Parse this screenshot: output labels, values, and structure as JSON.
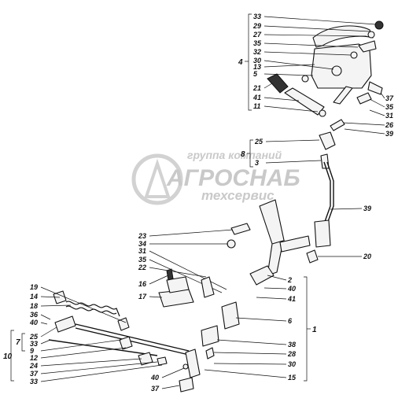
{
  "watermark": {
    "line1": "группа компаний",
    "line2": "АГРОСНАБ",
    "line3": "техсервис"
  },
  "callouts_right_top": [
    "33",
    "29",
    "27",
    "35",
    "32",
    "30",
    "13",
    "5",
    "21",
    "41",
    "11"
  ],
  "group_4_label": "4",
  "callouts_right_top_side": [
    "37",
    "35",
    "31"
  ],
  "callouts_26_39": [
    "26",
    "39"
  ],
  "group_8": {
    "label": "8",
    "items": [
      "25",
      "3"
    ]
  },
  "callout_39_mid": "39",
  "callout_20": "20",
  "callouts_center": [
    "23",
    "34",
    "31",
    "35",
    "22"
  ],
  "callouts_bracket_16_17": [
    "16",
    "17"
  ],
  "callouts_right_bottom": [
    "2",
    "40",
    "41",
    "6",
    "38",
    "28",
    "30",
    "15"
  ],
  "group_1_label": "1",
  "callouts_left": [
    "19",
    "14",
    "18",
    "36",
    "40"
  ],
  "group_7": {
    "label": "7",
    "items": [
      "25",
      "33",
      "9"
    ]
  },
  "group_10_label": "10",
  "callouts_left_lower": [
    "12",
    "24",
    "37",
    "33"
  ],
  "callouts_bottom": [
    "40",
    "37"
  ]
}
